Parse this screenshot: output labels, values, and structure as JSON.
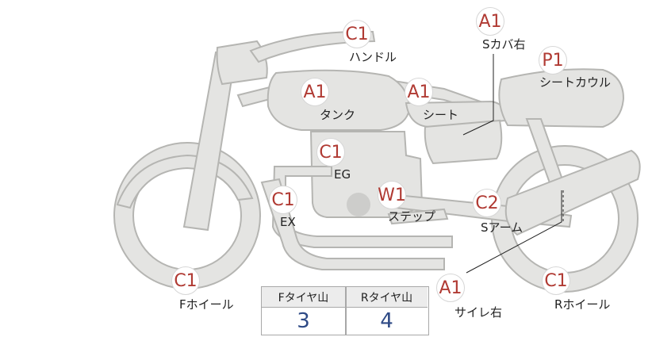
{
  "parts": {
    "handle": {
      "code": "C1",
      "label": "ハンドル"
    },
    "scover_r": {
      "code": "A1",
      "label": "Sカバ右"
    },
    "seatcowl": {
      "code": "P1",
      "label": "シートカウル"
    },
    "tank": {
      "code": "A1",
      "label": "タンク"
    },
    "seat": {
      "code": "A1",
      "label": "シート"
    },
    "engine": {
      "code": "C1",
      "label": "EG"
    },
    "exhaust": {
      "code": "C1",
      "label": "EX"
    },
    "step": {
      "code": "W1",
      "label": "ステップ"
    },
    "swingarm": {
      "code": "C2",
      "label": "Sアーム"
    },
    "fwheel": {
      "code": "C1",
      "label": "Fホイール"
    },
    "silencer": {
      "code": "A1",
      "label": "サイレ右"
    },
    "rwheel": {
      "code": "C1",
      "label": "Rホイール"
    }
  },
  "tread": {
    "front_header": "Fタイヤ山",
    "rear_header": "Rタイヤ山",
    "front_value": "3",
    "rear_value": "4"
  },
  "colors": {
    "code_text": "#b03a33",
    "value_text": "#2e4a86",
    "part_fill": "#e4e4e2",
    "part_stroke": "#b5b5b2"
  }
}
